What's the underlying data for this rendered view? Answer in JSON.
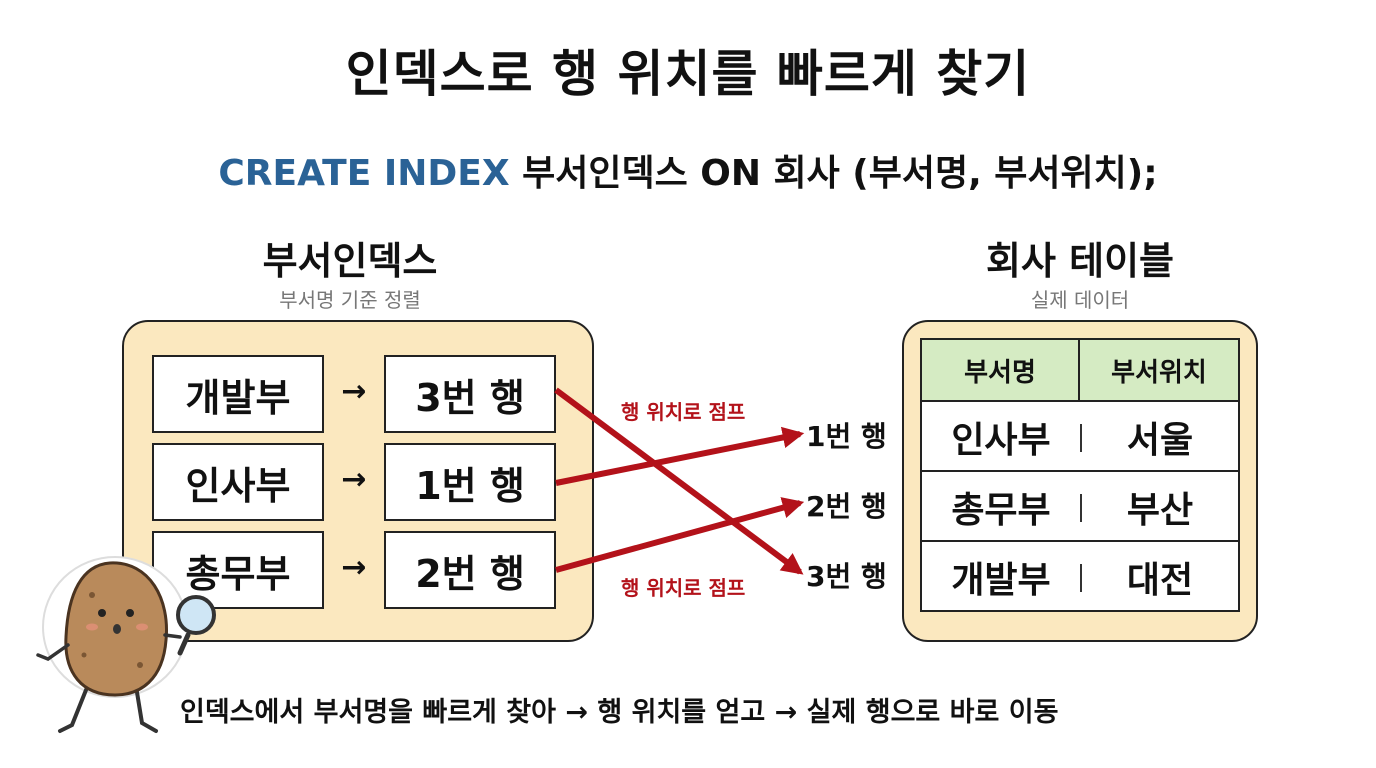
{
  "title": "인덱스로 행 위치를 빠르게 찾기",
  "sql": {
    "keyword": "CREATE INDEX",
    "rest": " 부서인덱스 ON 회사 (부서명, 부서위치);"
  },
  "index_panel": {
    "title": "부서인덱스",
    "subtitle": "부서명 기준 정렬",
    "arrow": "→",
    "entries": [
      {
        "key": "개발부",
        "pointer": "3번 행"
      },
      {
        "key": "인사부",
        "pointer": "1번 행"
      },
      {
        "key": "총무부",
        "pointer": "2번 행"
      }
    ]
  },
  "row_labels": [
    "1번 행",
    "2번 행",
    "3번 행"
  ],
  "jump_label": "행 위치로 점프",
  "table_panel": {
    "title": "회사 테이블",
    "subtitle": "실제 데이터",
    "columns": [
      "부서명",
      "부서위치"
    ],
    "rows": [
      [
        "인사부",
        "서울"
      ],
      [
        "총무부",
        "부산"
      ],
      [
        "개발부",
        "대전"
      ]
    ]
  },
  "caption": "인덱스에서 부서명을 빠르게 찾아 → 행 위치를 얻고 → 실제 행으로 바로 이동",
  "colors": {
    "arrow": "#b3121a",
    "keyword": "#2a6296",
    "panel": "#fbe8bf",
    "table_header": "#d5ebc3"
  }
}
